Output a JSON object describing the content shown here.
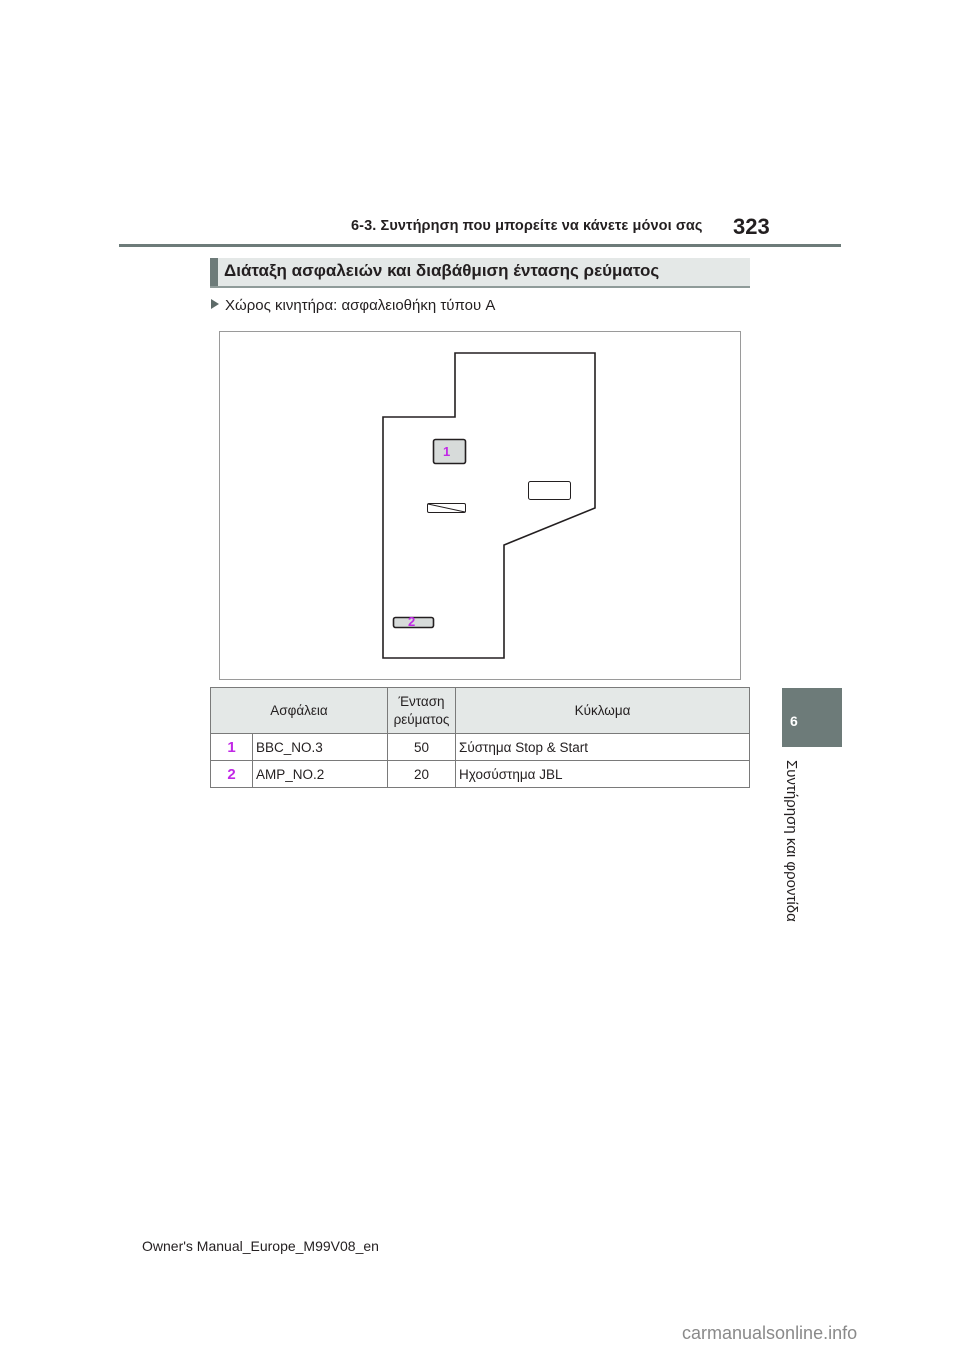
{
  "header": {
    "section": "6-3. Συντήρηση που μπορείτε να κάνετε μόνοι σας",
    "page_number": "323"
  },
  "section_title": "Διάταξη ασφαλειών και διαβάθμιση έντασης ρεύματος",
  "bullet": "Χώρος κινητήρα: ασφαλειοθήκη τύπου A",
  "diagram": {
    "callouts": [
      {
        "label": "1"
      },
      {
        "label": "2"
      }
    ],
    "callout_color": "#c128e6"
  },
  "table": {
    "headers": {
      "fuse": "Ασφάλεια",
      "amperage_line1": "Ένταση",
      "amperage_line2": "ρεύματος",
      "circuit": "Κύκλωμα"
    },
    "rows": [
      {
        "num": "1",
        "name": "BBC_NO.3",
        "amp": "50",
        "circuit": "Σύστημα Stop & Start"
      },
      {
        "num": "2",
        "name": "AMP_NO.2",
        "amp": "20",
        "circuit": "Ηχοσύστημα JBL"
      }
    ]
  },
  "chapter_tab": {
    "number": "6",
    "label": "Συντήρηση και φροντίδα",
    "color": "#6d7b79"
  },
  "footer": {
    "manual": "Owner's Manual_Europe_M99V08_en"
  },
  "watermark": "carmanualsonline.info"
}
